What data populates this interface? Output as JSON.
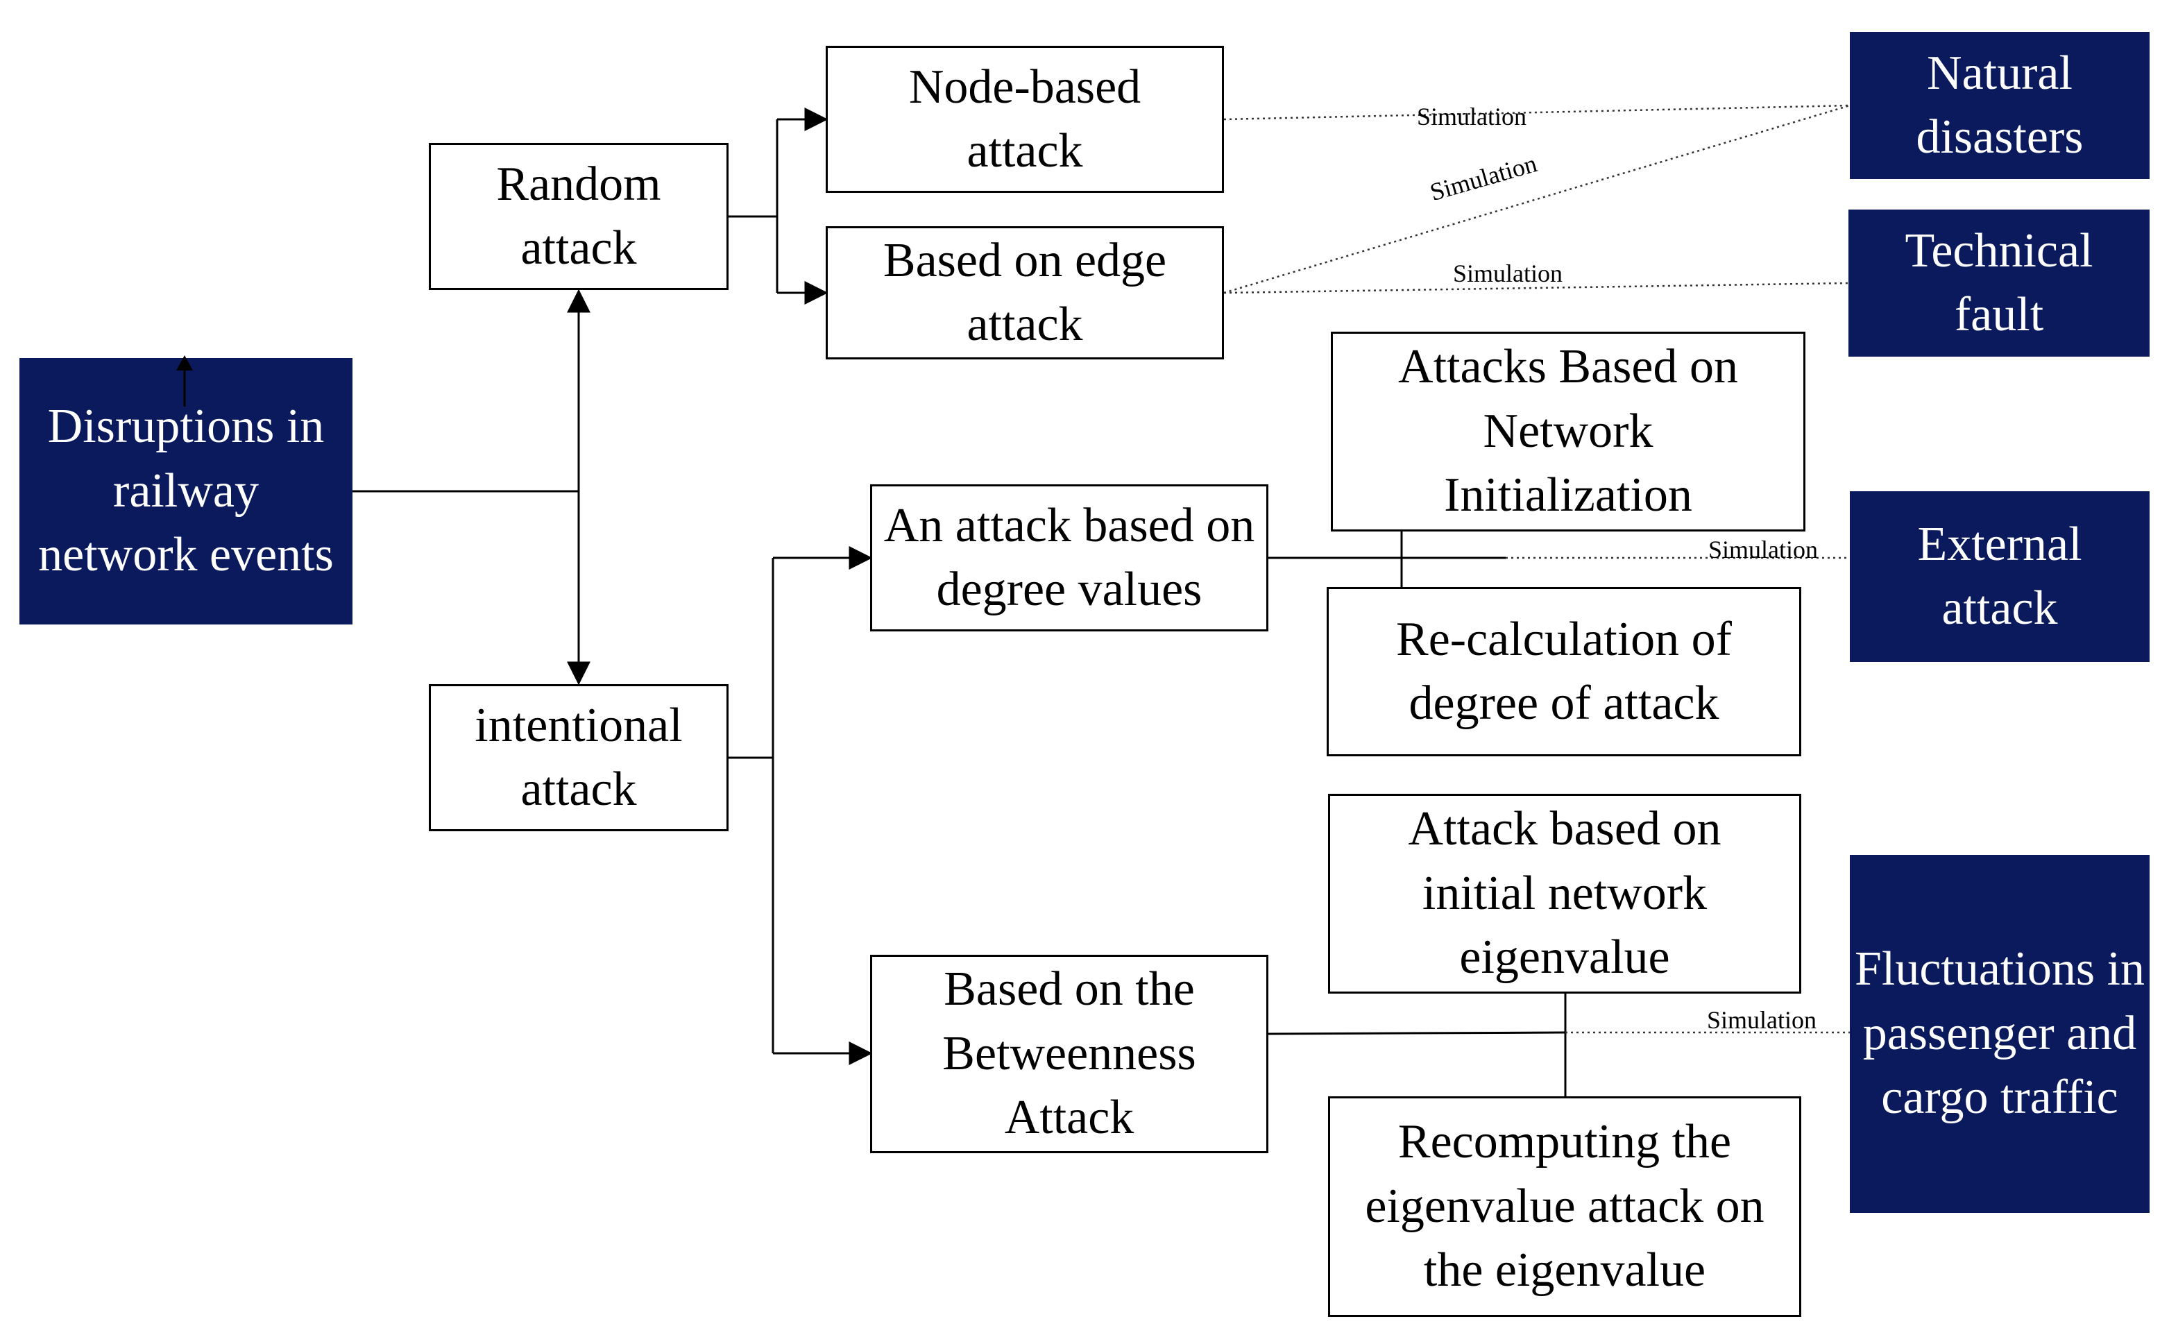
{
  "colors": {
    "category_fill": "#0b1a5c",
    "category_text": "#ffffff",
    "box_border": "#000000",
    "box_fill": "#ffffff"
  },
  "nodes": {
    "disruptions": "Disruptions in railway network events",
    "random_attack": "Random attack",
    "intentional_attack": "intentional attack",
    "node_based": "Node-based attack",
    "edge_based": "Based on edge attack",
    "degree_values": "An attack based on degree values",
    "betweenness": "Based on the Betweenness Attack",
    "network_init": "Attacks Based on Network Initialization",
    "recalc_degree": "Re-calculation of degree of attack",
    "initial_eigen": "Attack based on initial network eigenvalue",
    "recompute_eigen": "Recomputing the eigenvalue attack on the eigenvalue",
    "natural_disasters": "Natural disasters",
    "technical_fault": "Technical fault",
    "external_attack": "External attack",
    "fluctuations": "Fluctuations in passenger and cargo traffic"
  },
  "edge_labels": {
    "sim_node_natural": "Simulation",
    "sim_edge_natural": "Simulation",
    "sim_edge_technical": "Simulation",
    "sim_degree_external": "Simulation",
    "sim_betweenness_fluctuations": "Simulation"
  }
}
